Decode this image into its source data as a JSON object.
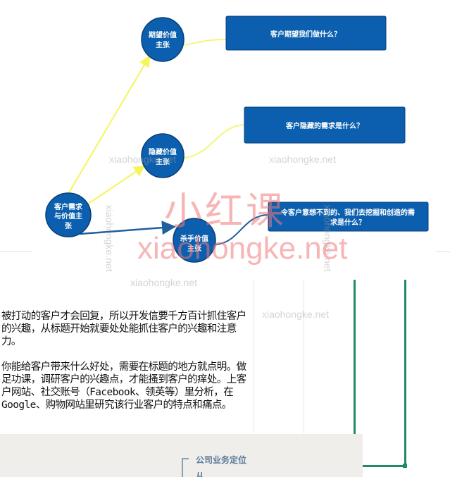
{
  "diagram": {
    "root": "客户需求与价值主张",
    "root_lines": [
      "客户需求",
      "与价值主",
      "张"
    ],
    "nodes": [
      {
        "label_lines": [
          "期望价值",
          "主张"
        ],
        "box": "客户期望我们做什么？",
        "connector_color": "#f5f57a"
      },
      {
        "label_lines": [
          "隐藏价值",
          "主张"
        ],
        "box": "客户隐藏的需求是什么？",
        "connector_color": "#f5f57a"
      },
      {
        "label_lines": [
          "杀手价值",
          "主张"
        ],
        "box_lines": [
          "令客户意想不到的、我们去挖掘和创造的需",
          "求是什么？"
        ],
        "connector_color": "#1f5f9e"
      }
    ],
    "node_color": "#0b5fae"
  },
  "text": {
    "paragraph1": "被打动的客户才会回复，所以开发信要千方百计抓住客户的兴趣，从标题开始就要处处能抓住客户的兴趣和注意力。",
    "paragraph2": "你能给客户带来什么好处，需要在标题的地方就点明。做足功课，调研客户的兴趣点，才能搔到客户的痒处。上客户网站、社交账号（Facebook、领英等）里分析，在Google、购物网站里研究该行业客户的特点和痛点。"
  },
  "panel": {
    "item1": "公司业务定位",
    "item2": "从..."
  },
  "watermarks": {
    "brand": "小红课",
    "site": "xiaohongke.net"
  },
  "accent_green": "#1f8a63"
}
